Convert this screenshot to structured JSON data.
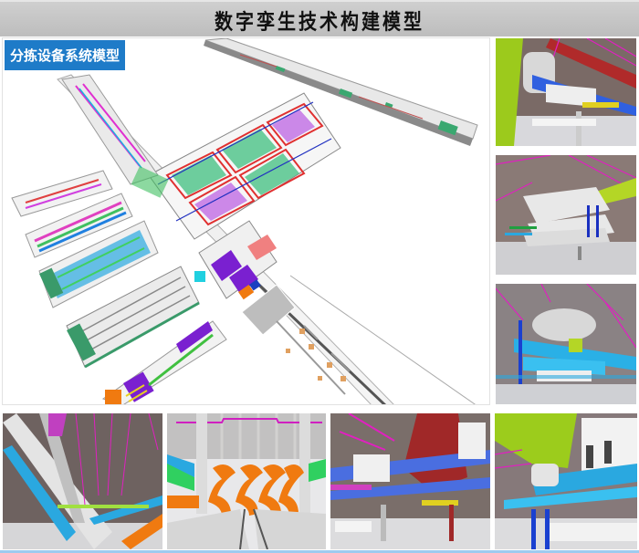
{
  "header": {
    "title": "数字孪生技术构建模型"
  },
  "main_panel": {
    "label": "分拣设备系统模型",
    "label_color": "#1e7bc8",
    "image": "sorting-equipment-system-3d-model"
  },
  "right_column": {
    "images": [
      {
        "name": "render-sorter-ceiling-green-red"
      },
      {
        "name": "render-sorter-white-stacked"
      },
      {
        "name": "render-sorter-blue-spiral"
      }
    ]
  },
  "bottom_row": {
    "images": [
      {
        "name": "render-ceiling-pipes-blue"
      },
      {
        "name": "render-orange-spiral-chutes"
      },
      {
        "name": "render-sorter-red-duct"
      },
      {
        "name": "render-sorter-lime-duct"
      }
    ]
  },
  "colors": {
    "header_bg": "#c4c4c4",
    "pipe_magenta": "#e020c0",
    "conveyor_blue": "#2aa8e0",
    "lime": "#9ccc1c",
    "orange": "#f07a10",
    "dark_red": "#a02828"
  }
}
